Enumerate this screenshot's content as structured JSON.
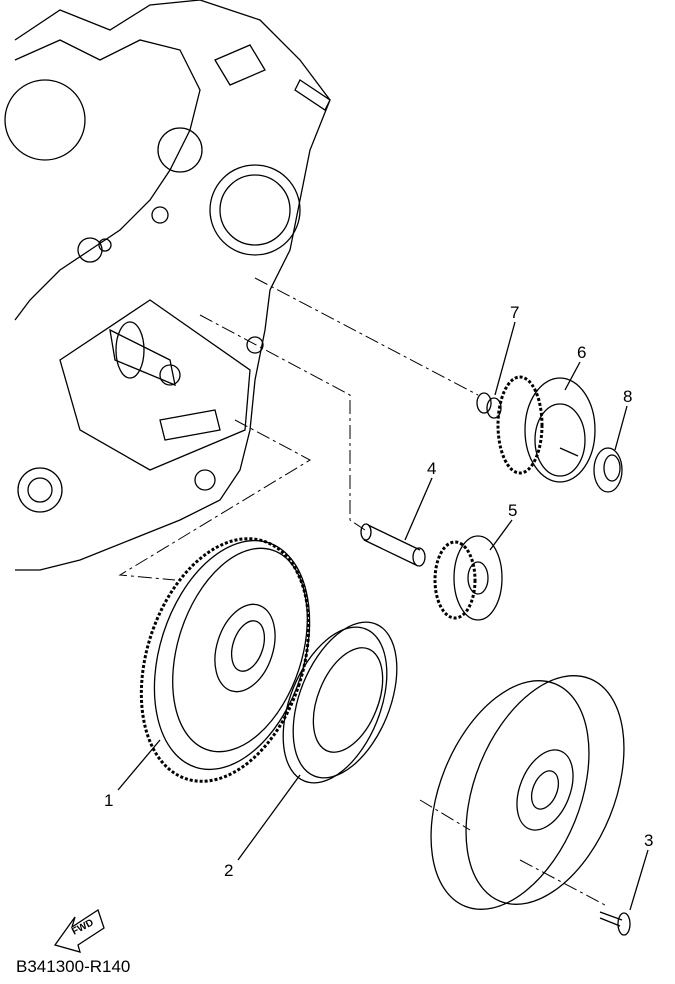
{
  "diagram_code": "B341300-R140",
  "fwd_label": "FWD",
  "callouts": [
    {
      "id": "1",
      "text": "1"
    },
    {
      "id": "2",
      "text": "2"
    },
    {
      "id": "3",
      "text": "3"
    },
    {
      "id": "4",
      "text": "4"
    },
    {
      "id": "5",
      "text": "5"
    },
    {
      "id": "6",
      "text": "6"
    },
    {
      "id": "7",
      "text": "7"
    },
    {
      "id": "8",
      "text": "8"
    }
  ]
}
